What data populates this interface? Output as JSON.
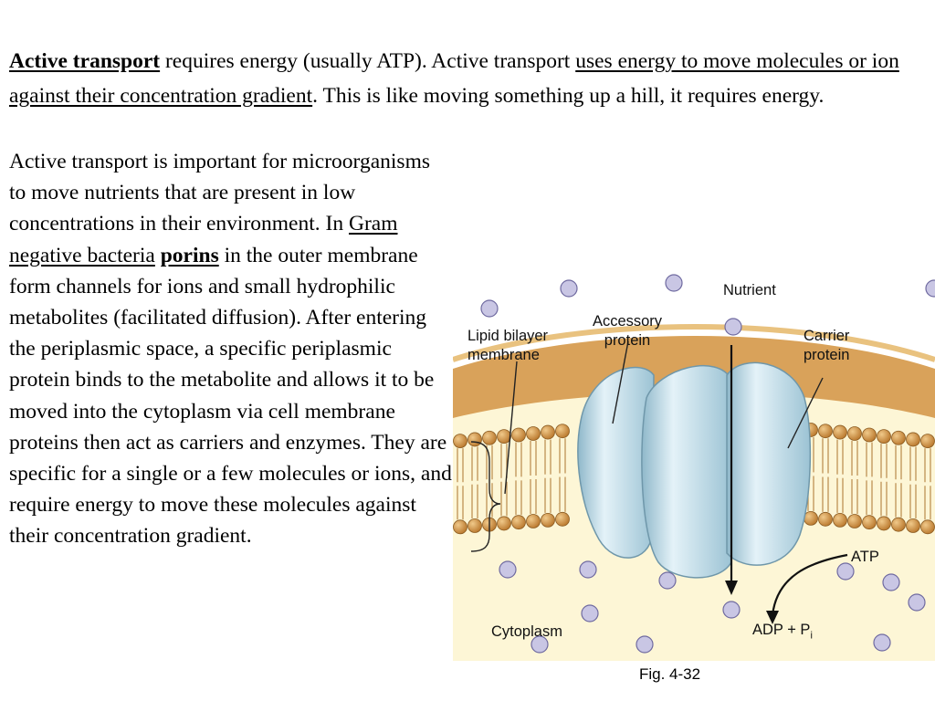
{
  "intro": {
    "term": "Active transport",
    "text1": " requires energy (usually ATP).  Active transport ",
    "link1": "uses energy to move molecules or ion against their concentration gradient",
    "text2": ".  This is like moving something up a hill, it requires energy."
  },
  "body": {
    "text1": "Active transport is important for microorganisms to move nutrients that are present in low concentrations in their environment.  In ",
    "link1": "Gram negative bacteria",
    "text2": " ",
    "term": "porins",
    "text3": " in the outer membrane form channels for ions and small hydrophilic metabolites (facilitated diffusion). After entering the periplasmic space, a specific periplasmic protein binds to the metabolite and allows it to be moved into the cytoplasm via cell membrane proteins then act as carriers and enzymes.  They are specific for a single or a few molecules or ions, and require energy to move these molecules against their concentration gradient."
  },
  "figure": {
    "labels": {
      "lipid_line1": "Lipid bilayer",
      "lipid_line2": "membrane",
      "accessory_line1": "Accessory",
      "accessory_line2": "protein",
      "nutrient": "Nutrient",
      "carrier_line1": "Carrier",
      "carrier_line2": "protein",
      "atp": "ATP",
      "adp": "ADP + P",
      "adp_sub": "i",
      "cytoplasm": "Cytoplasm"
    },
    "caption": "Fig. 4-32"
  },
  "colors": {
    "background": "#fdf6d6",
    "membrane_band": "#d9a25a",
    "lipid_head": "#c98a3a",
    "protein": "#c9e3ee",
    "molecule": "#c9c6e4"
  }
}
